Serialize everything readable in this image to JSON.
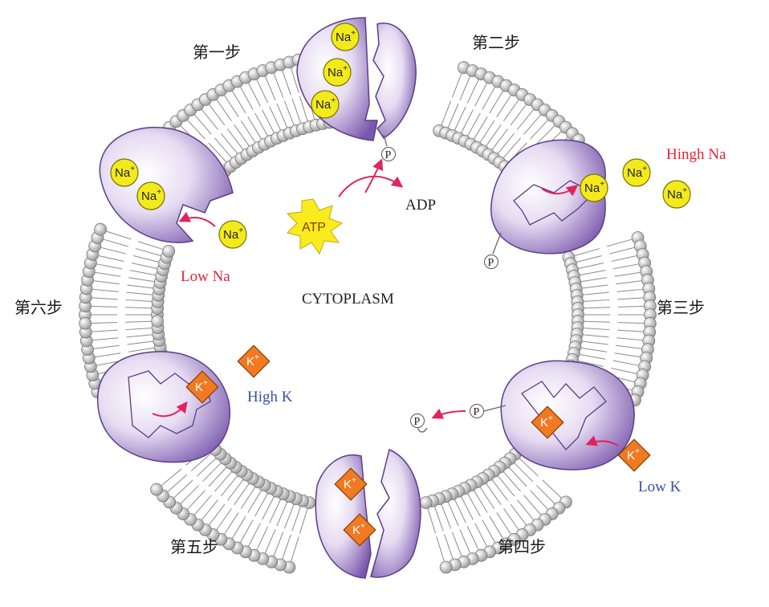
{
  "steps": {
    "s1": "第一步",
    "s2": "第二步",
    "s3": "第三步",
    "s4": "第四步",
    "s5": "第五步",
    "s6": "第六步"
  },
  "labels": {
    "cytoplasm": "CYTOPLASM",
    "high_na": "Hingh Na",
    "low_na": "Low Na",
    "high_k": "High K",
    "low_k": "Low K",
    "adp": "ADP",
    "atp": "ATP"
  },
  "ions": {
    "na": "Na",
    "k": "K",
    "charge": "+",
    "phosphate": "P"
  },
  "colors": {
    "protein": "#8a6bb8",
    "sodium": "#f2ea1c",
    "potassium": "#f07a22",
    "arrow": "#e0245e",
    "lipid_head": "#d9d9d9",
    "high_low_na": "#e2233a",
    "high_low_k": "#3a4fa8"
  }
}
